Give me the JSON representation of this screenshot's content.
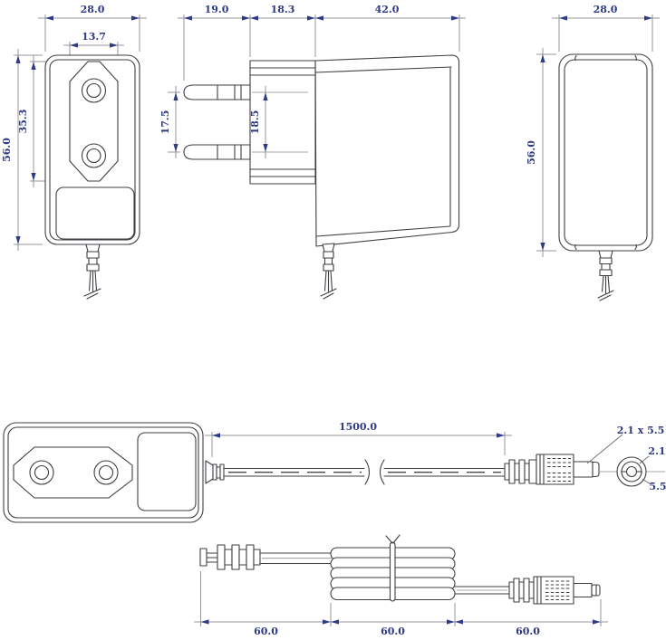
{
  "drawing": {
    "kind": "power-adapter-dimensional-drawing",
    "units_implied": "mm"
  },
  "colors": {
    "background": "#ffffff",
    "drawing_line": "#3f3f45",
    "dimension_line": "#94969c",
    "dimension_text": "#2e3a84",
    "arrow": "#2e3a84"
  },
  "views": {
    "front": {
      "label": "adapter-front-view",
      "dims": {
        "body_width": "28.0",
        "recess_width": "13.7",
        "body_height": "56.0",
        "recess_height": "35.3"
      }
    },
    "side": {
      "label": "adapter-side-view",
      "dims": {
        "pin_length": "19.0",
        "nose_depth": "18.3",
        "body_depth": "42.0",
        "pin_span_outer": "17.5",
        "pin_span_inner": "18.5"
      }
    },
    "rear": {
      "label": "adapter-rear-view",
      "dims": {
        "body_width": "28.0",
        "body_height": "56.0"
      }
    },
    "cable": {
      "label": "cable-assembly-view",
      "dims": {
        "cable_length": "1500.0",
        "plug_size": "2.1 x 5.5",
        "plug_pin_diameter": "2.1",
        "plug_outer_diameter": "5.5"
      }
    },
    "coil": {
      "label": "coiled-cable-view",
      "dims": {
        "segment1": "60.0",
        "segment2": "60.0",
        "segment3": "60.0"
      }
    }
  }
}
